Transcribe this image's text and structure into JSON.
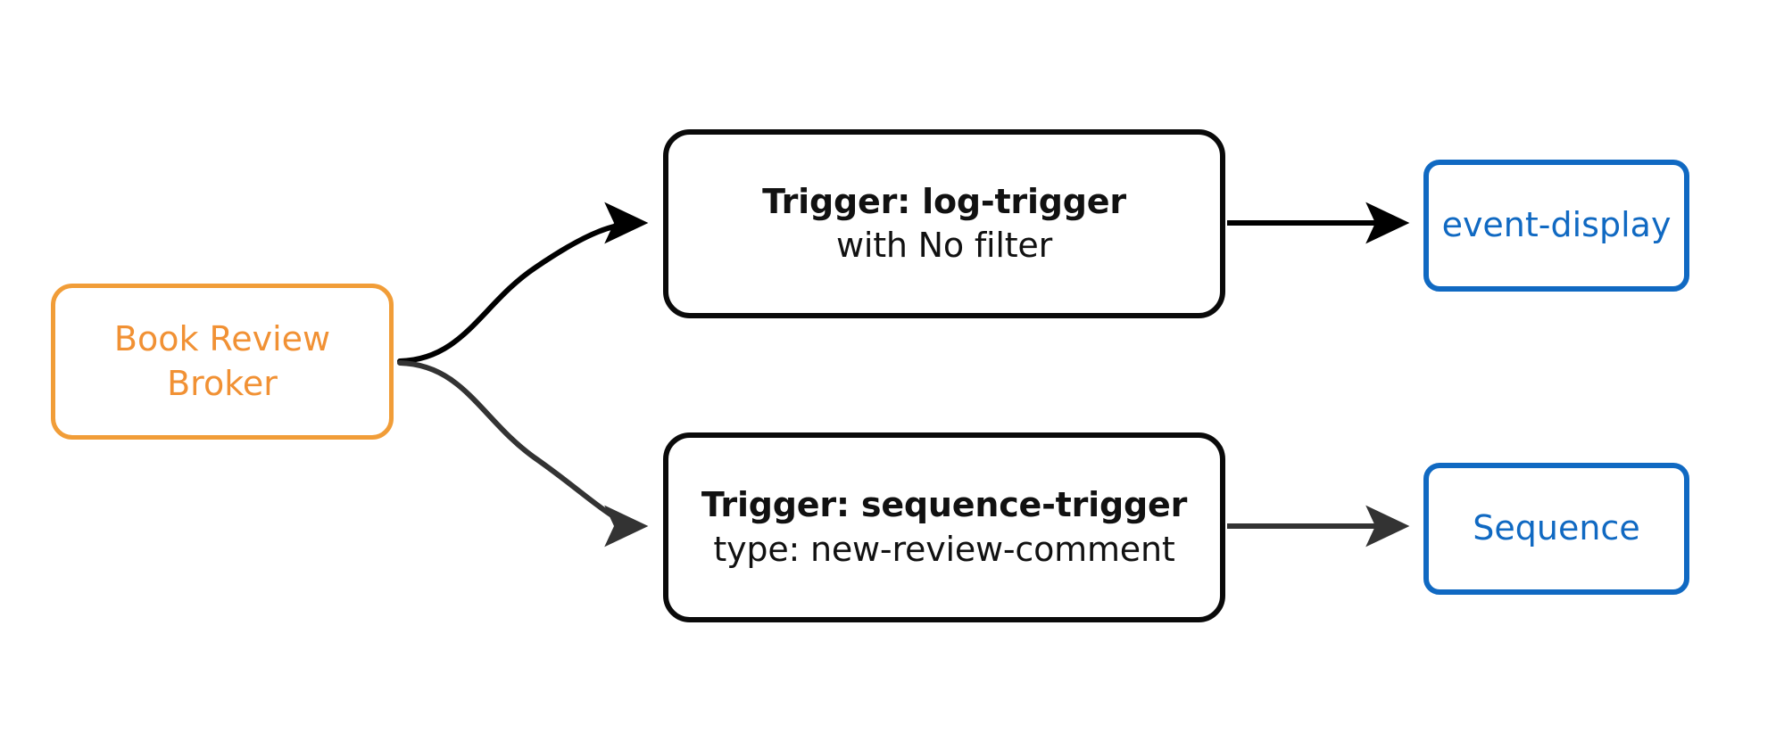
{
  "diagram": {
    "title": "Broker trigger routing diagram",
    "type": "flow-diagram",
    "background": "#ffffff",
    "colors": {
      "broker_stroke": "#f19d38",
      "broker_text": "#f19134",
      "trigger_stroke": "#0a0a0a",
      "trigger_text": "#111111",
      "sink_stroke": "#1069c2",
      "sink_text": "#1069c2",
      "edge_primary": "#000000",
      "edge_secondary": "#333333"
    }
  },
  "nodes": {
    "broker": {
      "name": "Book Review Broker",
      "line1": "Book Review",
      "line2": "Broker"
    },
    "trigger_log": {
      "title": "Trigger: log-trigger",
      "subtitle": "with No filter"
    },
    "trigger_sequence": {
      "title": "Trigger: sequence-trigger",
      "subtitle": "type: new-review-comment"
    },
    "sink_event_display": {
      "label": "event-display"
    },
    "sink_sequence": {
      "label": "Sequence"
    }
  },
  "edges": [
    {
      "name": "broker-to-log-trigger",
      "from": "broker",
      "to": "trigger_log",
      "style": "curved",
      "color": "#000000",
      "arrowhead": "solid-triangle"
    },
    {
      "name": "broker-to-sequence-trigger",
      "from": "broker",
      "to": "trigger_sequence",
      "style": "curved",
      "color": "#333333",
      "arrowhead": "solid-triangle"
    },
    {
      "name": "log-trigger-to-event-display",
      "from": "trigger_log",
      "to": "sink_event_display",
      "style": "straight",
      "color": "#000000",
      "arrowhead": "solid-triangle"
    },
    {
      "name": "sequence-trigger-to-sequence",
      "from": "trigger_sequence",
      "to": "sink_sequence",
      "style": "straight",
      "color": "#333333",
      "arrowhead": "solid-triangle"
    }
  ]
}
